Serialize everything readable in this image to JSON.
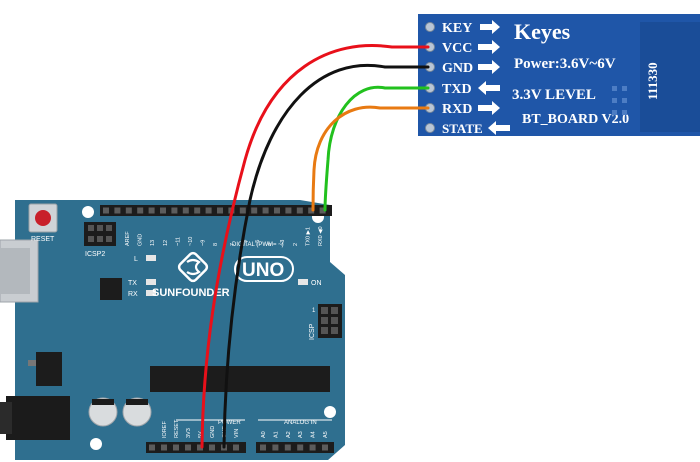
{
  "bt_module": {
    "brand": "Keyes",
    "power": "Power:3.6V~6V",
    "level": "3.3V  LEVEL",
    "model": "BT_BOARD  V2.0",
    "serial": "111330",
    "pins": [
      "KEY",
      "VCC",
      "GND",
      "TXD",
      "RXD",
      "STATE"
    ]
  },
  "arduino": {
    "reset_label": "RESET",
    "icsp2_label": "ICSP2",
    "icsp_label": "ICSP",
    "brand": "SUNFOUNDER",
    "model": "UNO",
    "led_l": "L",
    "led_tx": "TX",
    "led_rx": "RX",
    "led_on": "ON",
    "digital_label": "DIGITAL (PWM= ~)",
    "power_label": "POWER",
    "analog_label": "ANALOG IN",
    "icsp_pin1": "1",
    "top_pins": [
      "AREF",
      "GND",
      "13",
      "12",
      "~11",
      "~10",
      "~9",
      "8",
      "7",
      "~6",
      "~5",
      "4",
      "~3",
      "2",
      "TX0 ▶1",
      "RX0 ◀0"
    ],
    "power_pins": [
      "IOREF",
      "RESET",
      "3V3",
      "5V",
      "GND",
      "GND",
      "VIN"
    ],
    "analog_pins": [
      "A0",
      "A1",
      "A2",
      "A3",
      "A4",
      "A5"
    ]
  },
  "colors": {
    "board": "#2f6f8f",
    "module": "#1f56a8",
    "vcc_wire": "#e8101a",
    "gnd_wire": "#111111",
    "txd_wire": "#22c11e",
    "rxd_wire": "#e87a12"
  }
}
